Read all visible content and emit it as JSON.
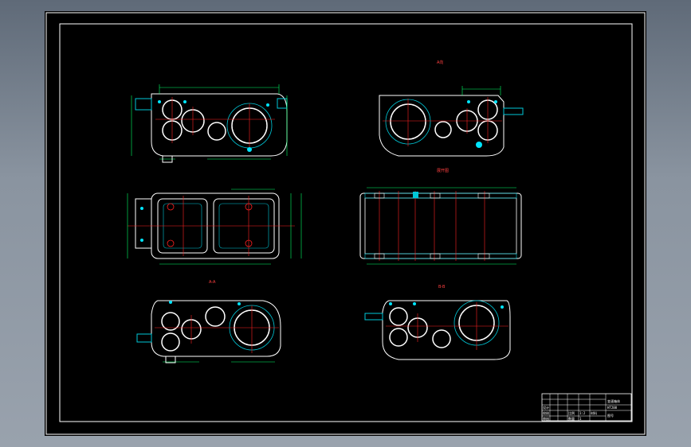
{
  "app": {
    "viewer": "CAD drawing viewer"
  },
  "colors": {
    "background": "#000000",
    "frame": "#ffffff",
    "outline": "#ffffff",
    "dimension": "#00ff66",
    "centerline": "#ff2020",
    "hole": "#00e5ff",
    "hatch": "#00c8d8"
  },
  "sheet": {
    "view_labels": {
      "top_right": "A向",
      "mid_right": "展开图",
      "bottom_left": "A-A",
      "bottom_right": "B-B"
    },
    "title_block": {
      "title": "变速箱体",
      "cells": [
        "设计",
        "校核",
        "审核",
        "比例",
        "1:2",
        "材料",
        "HT200",
        "数量",
        "1",
        "图号"
      ]
    }
  }
}
